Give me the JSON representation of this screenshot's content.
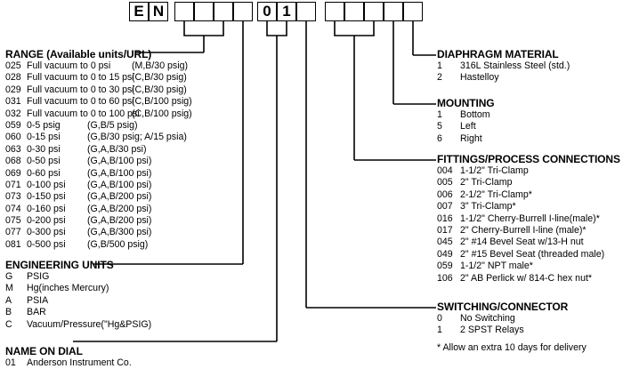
{
  "code_boxes": [
    "E",
    "N",
    "",
    "",
    "",
    "0",
    "1",
    "",
    "",
    "",
    ""
  ],
  "range": {
    "title": "RANGE (Available units/URL)",
    "items": [
      {
        "code": "025",
        "desc": "Full vacuum to 0 psi",
        "units": "(M,B/30 psig)"
      },
      {
        "code": "028",
        "desc": "Full vacuum to 0 to 15 psi",
        "units": "(C,B/30 psig)"
      },
      {
        "code": "029",
        "desc": "Full vacuum to 0 to 30 psi",
        "units": "(C,B/30 psig)"
      },
      {
        "code": "031",
        "desc": "Full vacuum to 0 to 60 psi",
        "units": "(C,B/100 psig)"
      },
      {
        "code": "032",
        "desc": "Full vacuum to 0 to 100 psi",
        "units": "(C,B/100 psig)"
      },
      {
        "code": "059",
        "desc": "0-5 psig",
        "units": "(G,B/5 psig)"
      },
      {
        "code": "060",
        "desc": "0-15 psi",
        "units": "(G,B/30 psig; A/15 psia)"
      },
      {
        "code": "063",
        "desc": "0-30 psi",
        "units": "(G,A,B/30 psi)"
      },
      {
        "code": "068",
        "desc": "0-50 psi",
        "units": "(G,A,B/100 psi)"
      },
      {
        "code": "069",
        "desc": "0-60 psi",
        "units": "(G,A,B/100 psi)"
      },
      {
        "code": "071",
        "desc": "0-100 psi",
        "units": "(G,A,B/100 psi)"
      },
      {
        "code": "073",
        "desc": "0-150 psi",
        "units": "(G,A,B/200 psi)"
      },
      {
        "code": "074",
        "desc": "0-160 psi",
        "units": "(G,A,B/200 psi)"
      },
      {
        "code": "075",
        "desc": "0-200 psi",
        "units": "(G,A,B/200 psi)"
      },
      {
        "code": "077",
        "desc": "0-300 psi",
        "units": "(G,A,B/300 psi)"
      },
      {
        "code": "081",
        "desc": "0-500 psi",
        "units": "(G,B/500 psig)"
      }
    ]
  },
  "engineering_units": {
    "title": "ENGINEERING UNITS",
    "items": [
      {
        "code": "G",
        "desc": "PSIG"
      },
      {
        "code": "M",
        "desc": "Hg(inches Mercury)"
      },
      {
        "code": "A",
        "desc": "PSIA"
      },
      {
        "code": "B",
        "desc": "BAR"
      },
      {
        "code": "C",
        "desc": "Vacuum/Pressure(\"Hg&PSIG)"
      }
    ]
  },
  "name_on_dial": {
    "title": "NAME ON DIAL",
    "items": [
      {
        "code": "01",
        "desc": "Anderson Instrument Co."
      }
    ]
  },
  "diaphragm_material": {
    "title": "DIAPHRAGM MATERIAL",
    "items": [
      {
        "code": "1",
        "desc": "316L Stainless Steel (std.)"
      },
      {
        "code": "2",
        "desc": "Hastelloy"
      }
    ]
  },
  "mounting": {
    "title": "MOUNTING",
    "items": [
      {
        "code": "1",
        "desc": "Bottom"
      },
      {
        "code": "5",
        "desc": "Left"
      },
      {
        "code": "6",
        "desc": "Right"
      }
    ]
  },
  "fittings": {
    "title": "FITTINGS/PROCESS CONNECTIONS",
    "items": [
      {
        "code": "004",
        "desc": "1-1/2\" Tri-Clamp"
      },
      {
        "code": "005",
        "desc": "2\" Tri-Clamp"
      },
      {
        "code": "006",
        "desc": "2-1/2\" Tri-Clamp*"
      },
      {
        "code": "007",
        "desc": "3\" Tri-Clamp*"
      },
      {
        "code": "016",
        "desc": "1-1/2\" Cherry-Burrell I-line(male)*"
      },
      {
        "code": "017",
        "desc": "2\" Cherry-Burrell I-line (male)*"
      },
      {
        "code": "045",
        "desc": "2\" #14 Bevel Seat w/13-H nut"
      },
      {
        "code": "049",
        "desc": "2\" #15 Bevel Seat (threaded male)"
      },
      {
        "code": "059",
        "desc": "1-1/2\" NPT male*"
      },
      {
        "code": "106",
        "desc": "2\" AB Perlick w/ 814-C hex nut*"
      }
    ]
  },
  "switching": {
    "title": "SWITCHING/CONNECTOR",
    "items": [
      {
        "code": "0",
        "desc": "No Switching"
      },
      {
        "code": "1",
        "desc": "2 SPST Relays"
      }
    ]
  },
  "footnote": "* Allow an extra 10 days for delivery"
}
